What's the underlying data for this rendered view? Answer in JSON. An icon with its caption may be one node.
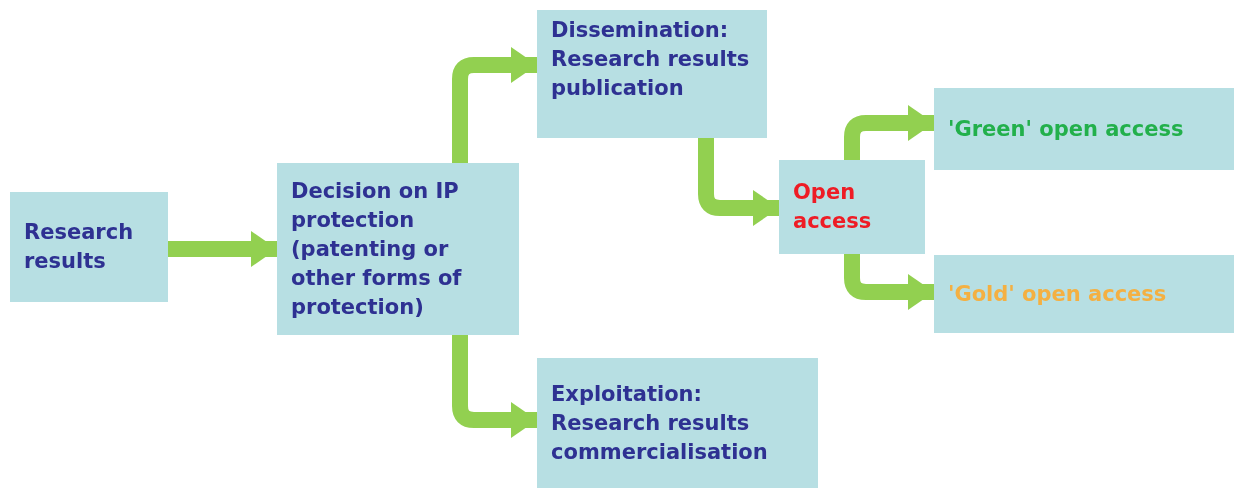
{
  "diagram": {
    "nodes": [
      {
        "text": [
          "Research results"
        ]
      },
      {
        "text": [
          "Decision on IP protection (patenting or other forms of protection)"
        ]
      },
      {
        "text": [
          "Dissemination: Research results publication"
        ]
      },
      {
        "text": [
          "Open access"
        ]
      },
      {
        "text": [
          "'Green' open access"
        ]
      },
      {
        "text": [
          "'Gold' open access"
        ]
      },
      {
        "text": [
          "Exploitation: Research results commercialisation"
        ]
      }
    ],
    "edges": [
      {
        "from": 0,
        "to": 1,
        "arrow": "to"
      },
      {
        "from": 1,
        "to": 2,
        "arrow": "to"
      },
      {
        "from": 1,
        "to": 6,
        "arrow": "to"
      },
      {
        "from": 2,
        "to": 3,
        "arrow": "to"
      },
      {
        "from": 3,
        "to": 4,
        "arrow": "to"
      },
      {
        "from": 3,
        "to": 5,
        "arrow": "to"
      }
    ]
  }
}
